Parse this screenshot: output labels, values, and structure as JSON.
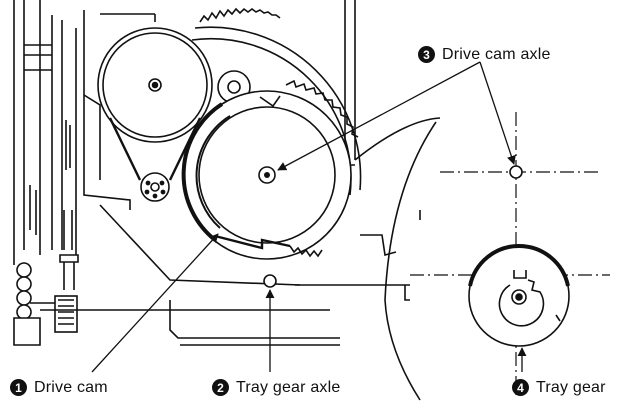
{
  "callouts": [
    {
      "id": "drive-cam-axle",
      "number": "3",
      "label": "Drive cam axle"
    },
    {
      "id": "drive-cam",
      "number": "1",
      "label": "Drive cam"
    },
    {
      "id": "tray-gear-axle",
      "number": "2",
      "label": "Tray gear axle"
    },
    {
      "id": "tray-gear",
      "number": "4",
      "label": "Tray gear"
    }
  ],
  "colors": {
    "ink": "#111111",
    "paper": "#ffffff"
  }
}
